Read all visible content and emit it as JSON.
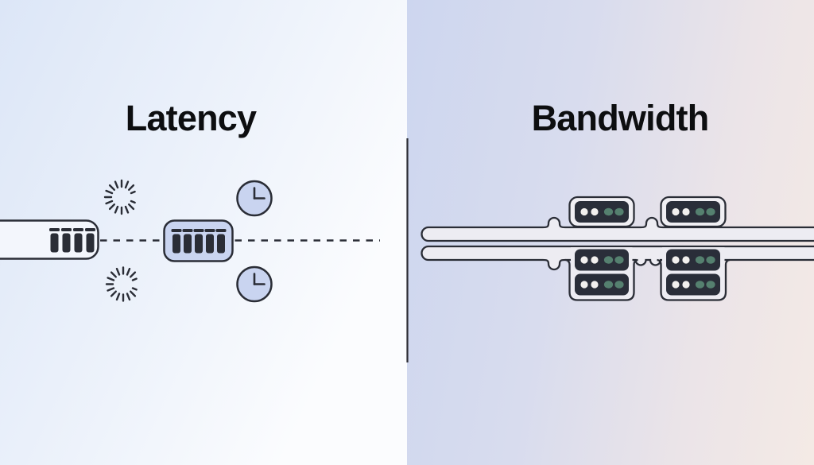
{
  "panels": [
    {
      "title": "Latency",
      "icons": [
        "packet-buffer-left-icon",
        "packet-buffer-highlighted-icon",
        "packet-icon",
        "spinner-icon",
        "clock-icon",
        "dashed-timeline"
      ]
    },
    {
      "title": "Bandwidth",
      "icons": [
        "server-icon",
        "server-stack-icon",
        "pipe-icon",
        "pipe-coupling-icon"
      ]
    }
  ],
  "colors": {
    "title_ink": "#0d0e10",
    "ink": "#2a2d36",
    "divider": "#2b2b32",
    "accent_fill": "#c9d4f0",
    "light_fill": "#f3f6fc",
    "server_outer_fill": "#f0eff3",
    "pipe_fill": "#edecf2",
    "server_dark": "#2a2e39",
    "dot_white": "#f2f0ee",
    "dot_teal": "#55806f",
    "left_bg_start": "#dce6f7",
    "left_bg_end": "#fbfcfe",
    "right_bg_start": "#cdd6ef",
    "right_bg_end": "#f4eae5"
  }
}
